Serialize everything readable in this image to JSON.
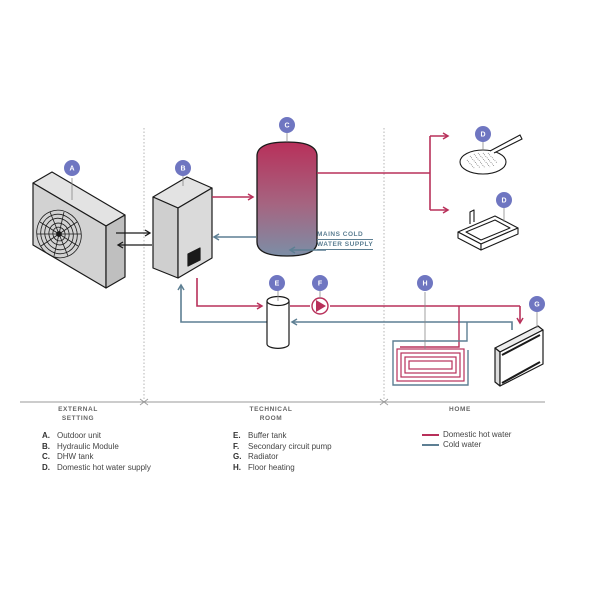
{
  "title": "Heat pump domestic hot water and heating system diagram",
  "colors": {
    "hot_water": "#b8305a",
    "cold_water": "#5d7f93",
    "badge": "#6f76c1",
    "outline": "#1a1a1a",
    "unit_fill": "#d6d6d6"
  },
  "zones": [
    {
      "label": "EXTERNAL\nSETTING",
      "line1": "EXTERNAL",
      "line2": "SETTING"
    },
    {
      "label": "TECHNICAL\nROOM",
      "line1": "TECHNICAL",
      "line2": "ROOM"
    },
    {
      "label": "HOME",
      "line1": "HOME",
      "line2": ""
    }
  ],
  "badges": {
    "A": "A",
    "B": "B",
    "C": "C",
    "D1": "D",
    "D2": "D",
    "E": "E",
    "F": "F",
    "G": "G",
    "H": "H"
  },
  "mains_supply": {
    "line1": "MAINS COLD",
    "line2": "WATER SUPPLY"
  },
  "legend_left": [
    {
      "key": "A.",
      "label": "Outdoor unit"
    },
    {
      "key": "B.",
      "label": "Hydraulic Module"
    },
    {
      "key": "C.",
      "label": "DHW  tank"
    },
    {
      "key": "D.",
      "label": "Domestic hot water supply"
    }
  ],
  "legend_mid": [
    {
      "key": "E.",
      "label": "Buffer tank"
    },
    {
      "key": "F.",
      "label": "Secondary circuit pump"
    },
    {
      "key": "G.",
      "label": "Radiator"
    },
    {
      "key": "H.",
      "label": "Floor heating"
    }
  ],
  "line_legend": [
    {
      "label": "Domestic hot water",
      "color": "#b8305a"
    },
    {
      "label": "Cold water",
      "color": "#5d7f93"
    }
  ]
}
